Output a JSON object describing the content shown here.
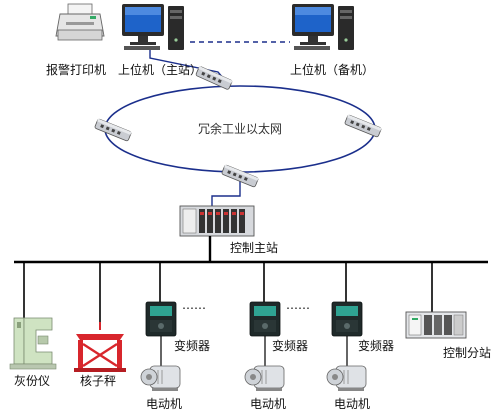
{
  "labels": {
    "printer": "报警打印机",
    "host_main": "上位机（主站）",
    "host_backup": "上位机（备机）",
    "network": "冗余工业以太网",
    "master_station": "控制主站",
    "ash_analyzer": "灰份仪",
    "nuclear_scale": "核子秤",
    "vfd_1": "变频器",
    "vfd_2": "变频器",
    "vfd_3": "变频器",
    "motor_1": "电动机",
    "motor_2": "电动机",
    "motor_3": "电动机",
    "sub_station": "控制分站",
    "ellipsis_1": "……",
    "ellipsis_2": "……"
  },
  "colors": {
    "network_line": "#1b2f8c",
    "bus_line": "#000000",
    "switch_body": "#c9ccd2",
    "monitor_screen": "#1e63c9",
    "vfd_body": "#1f2a2a",
    "vfd_screen": "#2fa392",
    "ash_analyzer": "#cfe3c2",
    "nuclear_scale": "#d8262c"
  }
}
